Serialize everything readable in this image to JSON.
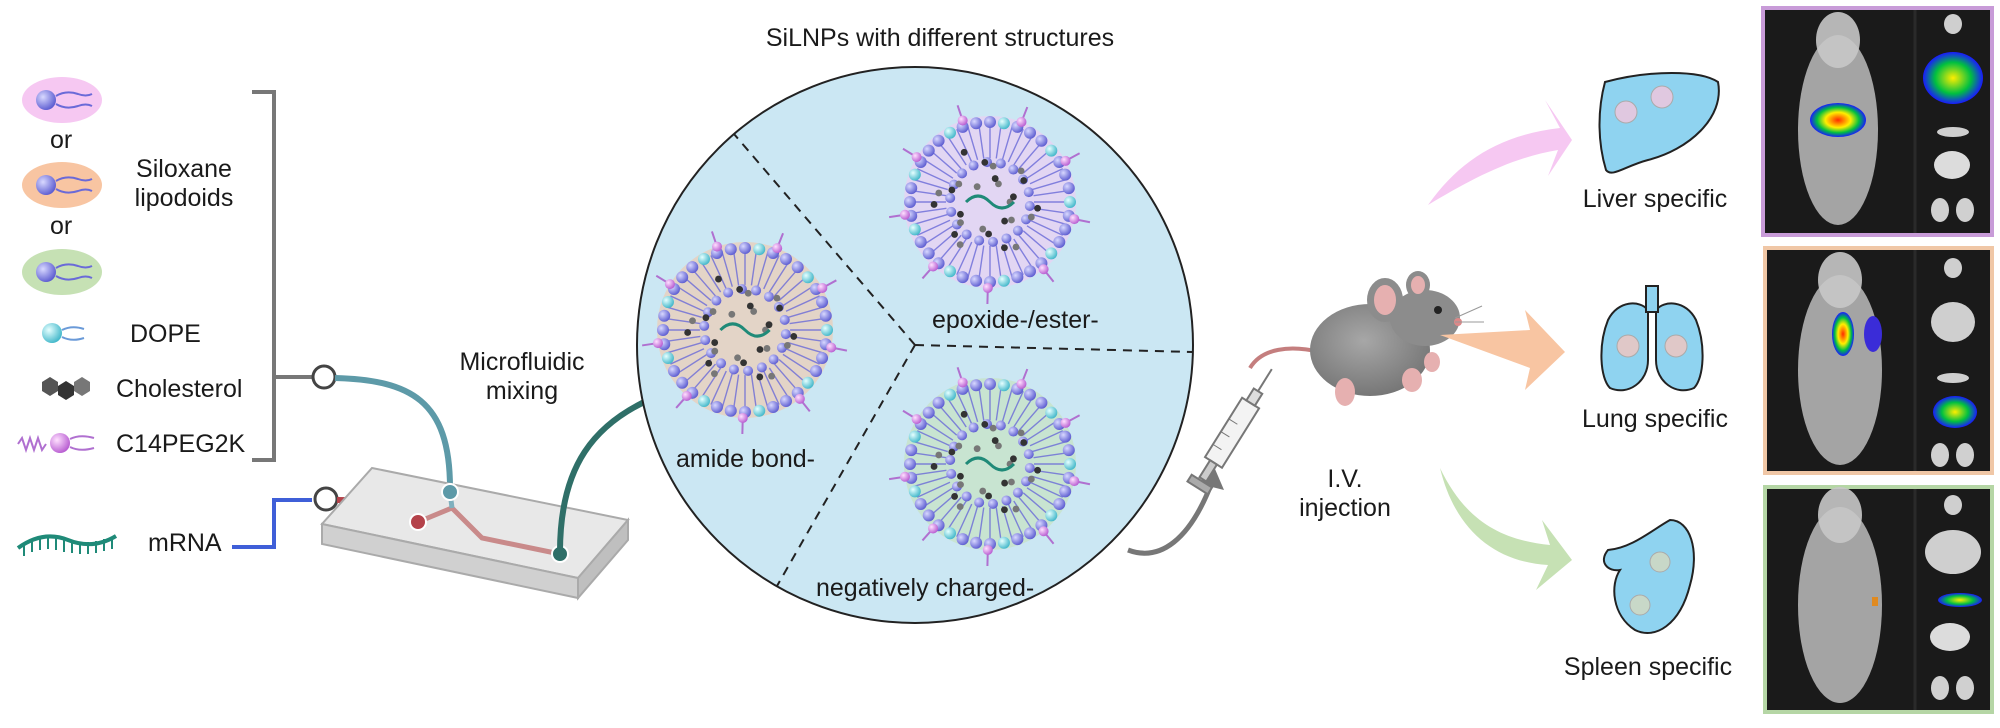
{
  "ingredients": {
    "or_1": "or",
    "or_2": "or",
    "siloxane_line1": "Siloxane",
    "siloxane_line2": "lipodoids",
    "dope": "DOPE",
    "cholesterol": "Cholesterol",
    "peg": "C14PEG2K",
    "mrna": "mRNA"
  },
  "mixing": {
    "line1": "Microfluidic",
    "line2": "mixing"
  },
  "silnp": {
    "title": "SiLNPs with different structures",
    "sectors": [
      "epoxide-/ester-",
      "amide bond-",
      "negatively charged-"
    ]
  },
  "injection": {
    "line1": "I.V.",
    "line2": "injection"
  },
  "organs": [
    {
      "label": "Liver specific",
      "color": "#f3b9f0",
      "frame": "#c89bd8"
    },
    {
      "label": "Lung specific",
      "color": "#f8c9a4",
      "frame": "#f0c7a6"
    },
    {
      "label": "Spleen specific",
      "color": "#b9dca5",
      "frame": "#b5d6a5"
    }
  ],
  "colors": {
    "organ_fill": "#8fd3f0",
    "circle_fill": "#cbe7f3",
    "pink": "#f6c8f2",
    "peach": "#f8c5a2",
    "green": "#c6e1b4",
    "mrna": "#1f8a78",
    "blue_line": "#3f5fd8"
  }
}
